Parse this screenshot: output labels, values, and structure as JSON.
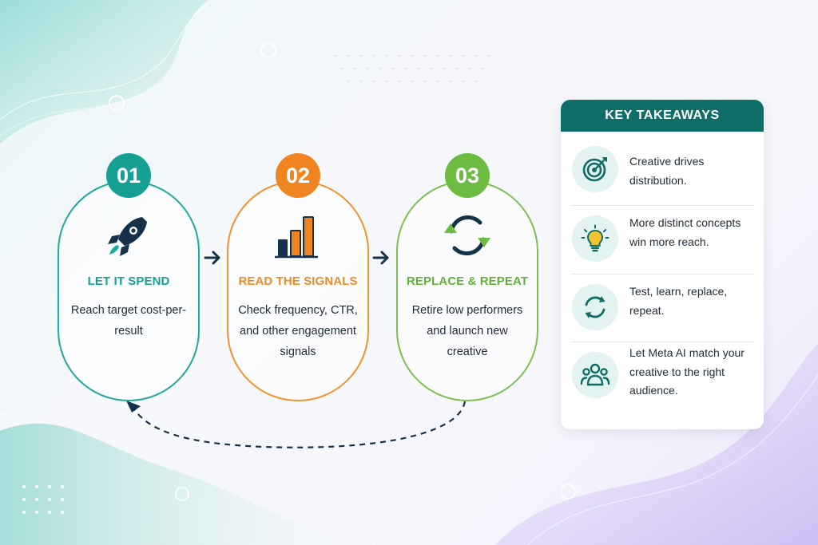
{
  "colors": {
    "teal": "#16a094",
    "orange": "#f08421",
    "green": "#6dbb43",
    "navy": "#15324a",
    "panel_header": "#0e6d67"
  },
  "steps": [
    {
      "number": "01",
      "title": "LET IT SPEND",
      "description": "Reach target cost-per-result",
      "icon": "rocket-icon"
    },
    {
      "number": "02",
      "title": "READ THE SIGNALS",
      "description": "Check frequency, CTR, and other engagement signals",
      "icon": "bar-chart-icon"
    },
    {
      "number": "03",
      "title": "REPLACE & REPEAT",
      "description": "Retire low performers and launch new creative",
      "icon": "refresh-cycle-icon"
    }
  ],
  "takeaways": {
    "title": "KEY TAKEAWAYS",
    "items": [
      {
        "icon": "target-icon",
        "text": "Creative drives distribution."
      },
      {
        "icon": "lightbulb-icon",
        "text": "More distinct concepts win more reach."
      },
      {
        "icon": "refresh-icon",
        "text": "Test, learn, replace, repeat."
      },
      {
        "icon": "audience-group-icon",
        "text": "Let Meta AI match your creative to the right audience."
      }
    ]
  }
}
